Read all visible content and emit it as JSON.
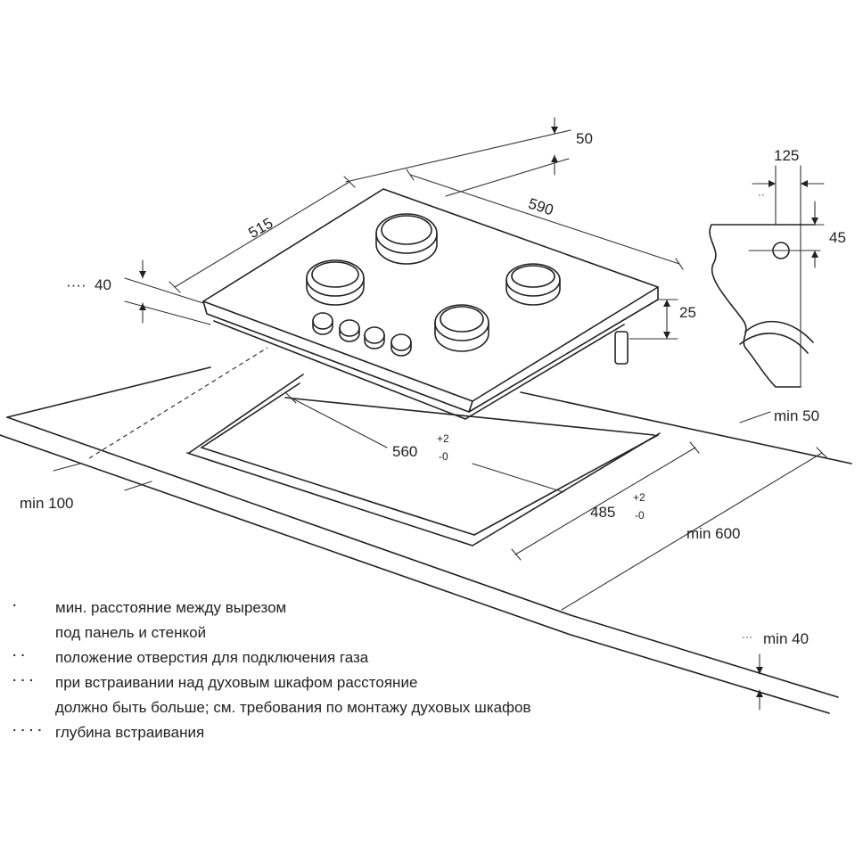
{
  "dimensions": {
    "d50": "50",
    "d590": "590",
    "d515": "515",
    "d40_left_mark": "····",
    "d40_left": "40",
    "d25": "25",
    "d125": "125",
    "d45": "45",
    "d125_mark": "··",
    "min50": "min 50",
    "d560": "560",
    "d560_tol_plus": "+2",
    "d560_tol_minus": "-0",
    "d485": "485",
    "d485_tol_plus": "+2",
    "d485_tol_minus": "-0",
    "min100_mark": "·",
    "min100": "min 100",
    "min600": "min 600",
    "min40_mark": "···",
    "min40": "min 40"
  },
  "legend": [
    {
      "mark": "·",
      "line1": "мин. расстояние между вырезом",
      "line2": "под панель и стенкой"
    },
    {
      "mark": "··",
      "line1": "положение отверстия для подключения газа",
      "line2": ""
    },
    {
      "mark": "···",
      "line1": "при встраивании над духовым шкафом расстояние",
      "line2": "должно быть больше; см. требования по монтажу духовых шкафов"
    },
    {
      "mark": "····",
      "line1": "глубина встраивания",
      "line2": ""
    }
  ]
}
